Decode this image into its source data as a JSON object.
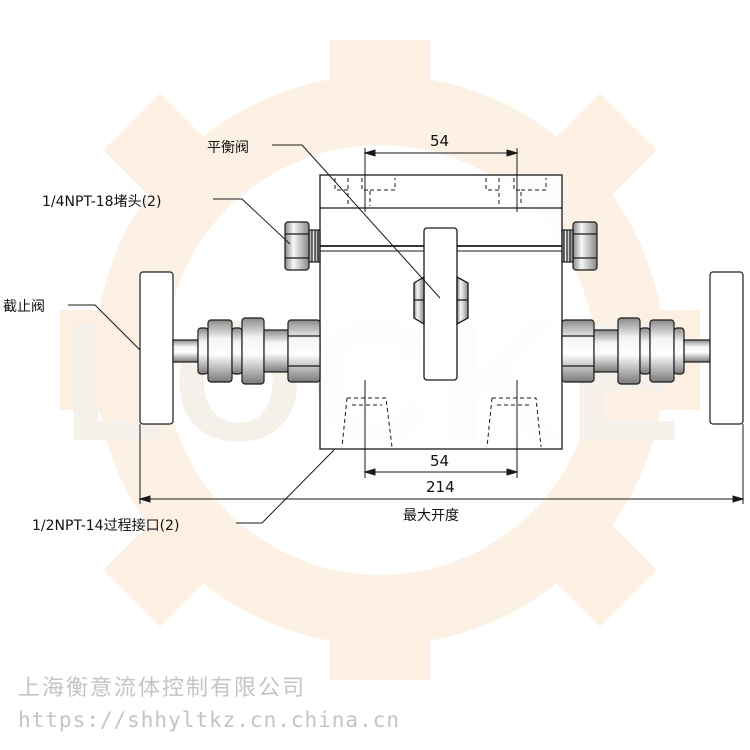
{
  "labels": {
    "balance_valve": "平衡阀",
    "plug": "1/4NPT-18堵头(2)",
    "stop_valve": "截止阀",
    "process_port": "1/2NPT-14过程接口(2)",
    "max_opening": "最大开度"
  },
  "dimensions": {
    "top_width": "54",
    "bottom_width": "54",
    "overall_width": "214"
  },
  "watermark": {
    "brand": "LOCKE",
    "company": "上海衡意流体控制有限公司",
    "url": "https://shhyltkz.cn.china.cn"
  },
  "colors": {
    "line": "#1a1a1a",
    "body_fill": "#ffffff",
    "metal_light": "#f2f2f2",
    "metal_dark": "#9a9a9a",
    "watermark_gear": "#fdf2e6",
    "watermark_text": "#c4c4c4"
  }
}
